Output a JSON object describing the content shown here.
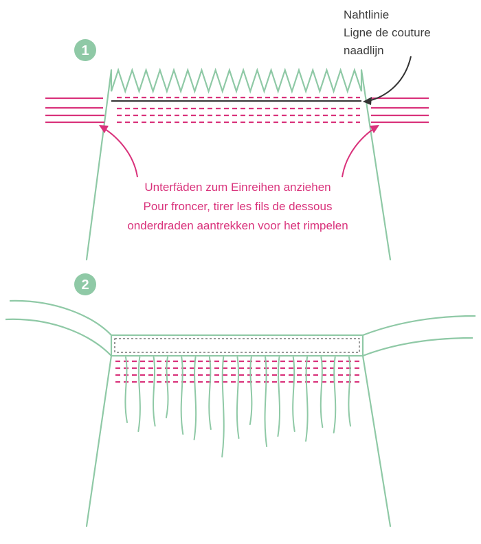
{
  "colors": {
    "green": "#8fc9a6",
    "pink": "#d9327b",
    "dark": "#333333",
    "badge": "#8fc9a6",
    "text_dark": "#3c3c3c"
  },
  "steps": [
    {
      "number": "1"
    },
    {
      "number": "2"
    }
  ],
  "seam_label": {
    "de": "Nahtlinie",
    "fr": "Ligne de couture",
    "nl": "naadlijn"
  },
  "gather_label": {
    "de": "Unterfäden zum Einreihen anziehen",
    "fr": "Pour froncer, tirer les fils de dessous",
    "nl": "onderdraden aantrekken voor het rimpelen"
  }
}
